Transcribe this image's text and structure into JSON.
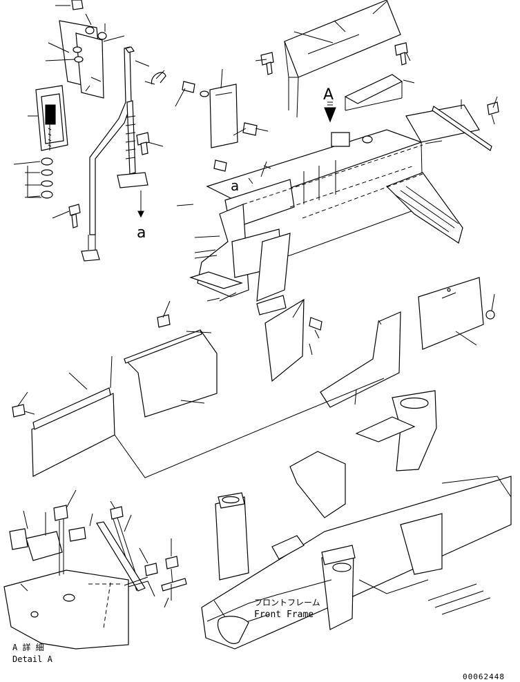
{
  "view_markers": {
    "view_a_arrow_label": "A",
    "section_a_top": "a",
    "section_a_bottom": "a"
  },
  "front_frame": {
    "label_jp": "フロントフレーム",
    "label_en": "Front Frame"
  },
  "detail_a": {
    "label_jp": "A 詳 細",
    "label_en": "Detail A"
  },
  "drawing_number": "00062448"
}
